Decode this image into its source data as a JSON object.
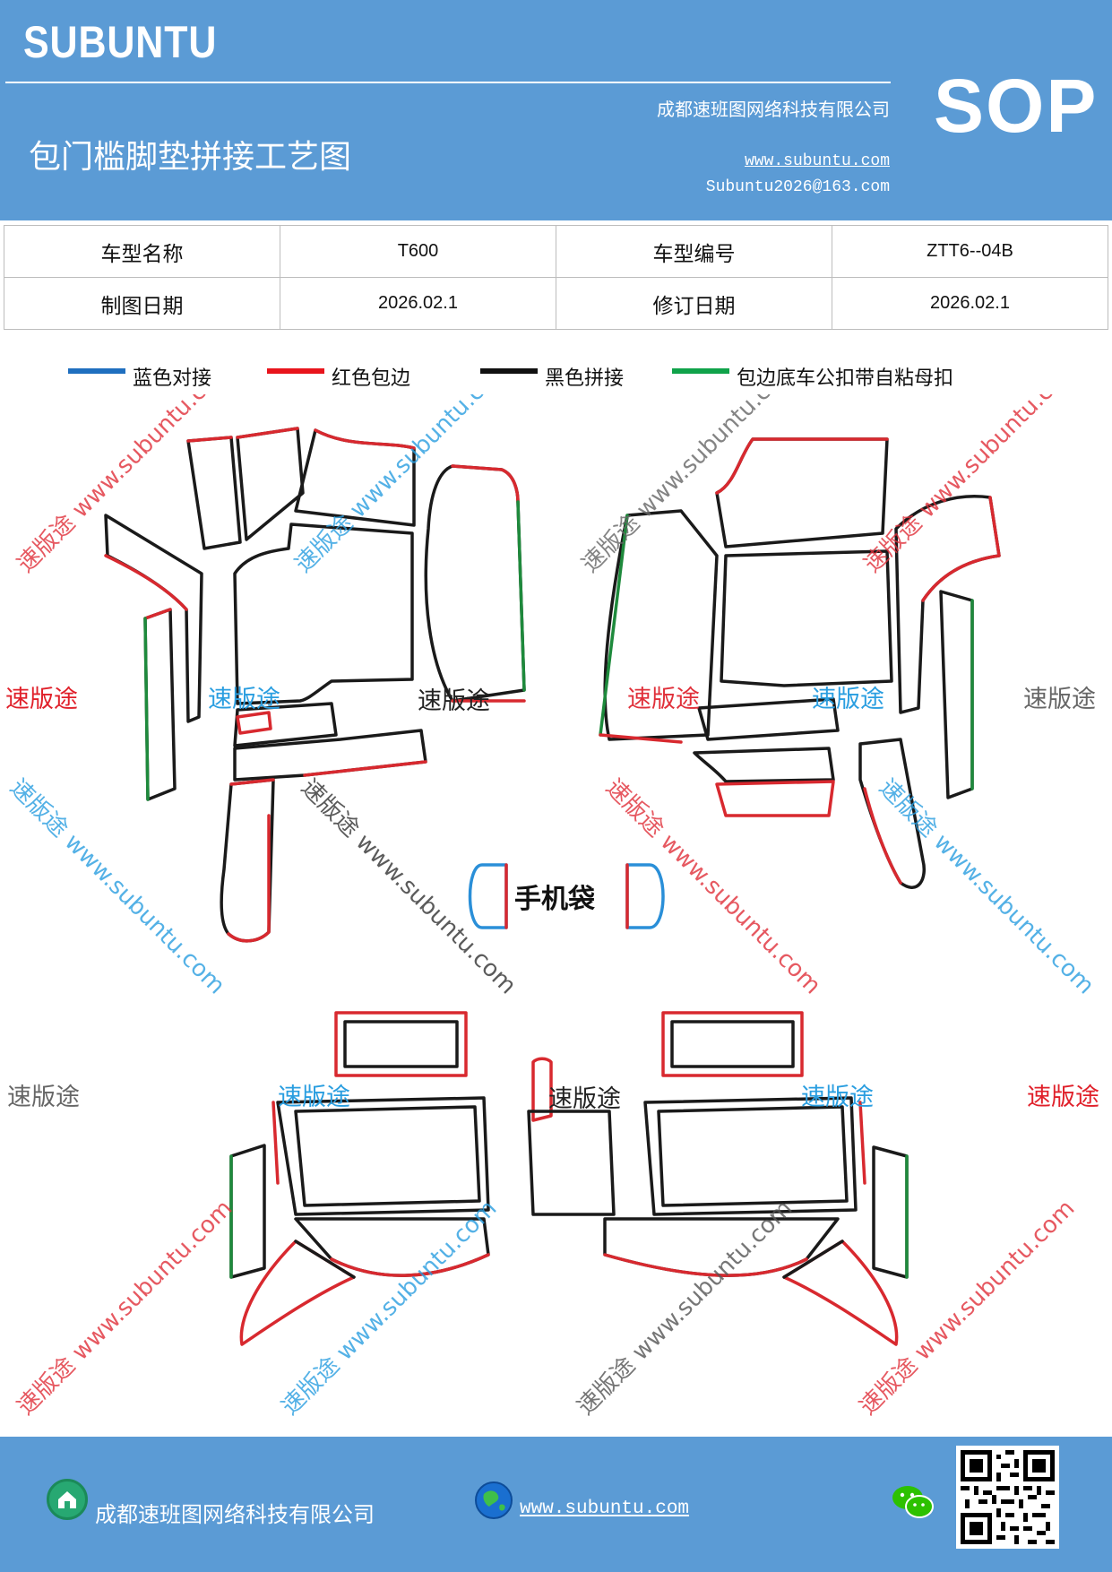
{
  "header": {
    "brand": "SUBUNTU",
    "sop_label": "SOP",
    "company": "成都速班图网络科技有限公司",
    "title": "包门槛脚垫拼接工艺图",
    "website": "www.subuntu.com",
    "email": "Subuntu2026@163.com"
  },
  "info": {
    "model_name_label": "车型名称",
    "model_name_value": "T600",
    "model_code_label": "车型编号",
    "model_code_value": "ZTT6--04B",
    "draw_date_label": "制图日期",
    "draw_date_value": "2026.02.1",
    "revise_date_label": "修订日期",
    "revise_date_value": "2026.02.1"
  },
  "legend": [
    {
      "label": "蓝色对接",
      "color": "#1f6fbf"
    },
    {
      "label": "红色包边",
      "color": "#e8141c"
    },
    {
      "label": "黑色拼接",
      "color": "#111111"
    },
    {
      "label": "包边底车公扣带自粘母扣",
      "color": "#10a34a"
    }
  ],
  "diagram": {
    "phone_pocket_label": "手机袋",
    "brand_text": "速版途",
    "watermark_text": "速版途 www.subuntu.com",
    "colors": {
      "blue": "#2a8fd8",
      "red": "#d8292f",
      "black": "#1a1a1a",
      "green": "#1e8a3c",
      "wm_red": "#e0303a",
      "wm_blue": "#2a9ee0",
      "wm_gray": "#666666"
    }
  },
  "footer": {
    "company": "成都速班图网络科技有限公司",
    "website": "www.subuntu.com",
    "icons": [
      "home-icon",
      "globe-icon",
      "wechat-icon",
      "qr-code"
    ]
  }
}
